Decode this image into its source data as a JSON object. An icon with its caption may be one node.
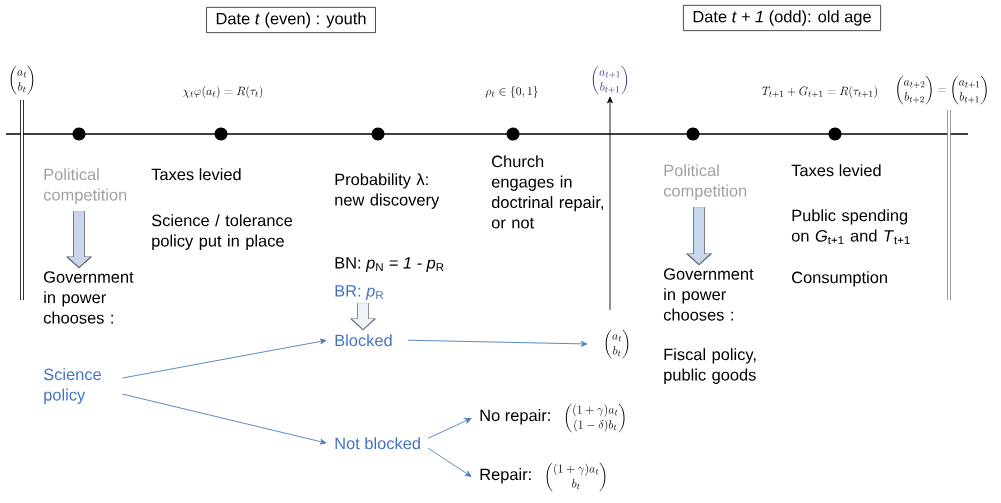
{
  "diagram": {
    "nodes": [
      {
        "text": [
          "Date *t*  (even) : youth"
        ]
      },
      {
        "text": [
          "Date *t + 1* (odd):  old age"
        ]
      },
      {
        "text": [
          "\\begin{pmatrix}a_{t+1}\\\\ b_{t+1}\\end{pmatrix}"
        ]
      },
      {
        "text": [
          "Political competition"
        ]
      },
      {
        "text": [
          "Government in power chooses :"
        ]
      },
      {
        "text": [
          "BR: *p*$_{R}$"
        ]
      },
      {
        "text": [
          "Blocked"
        ]
      },
      {
        "text": [
          "Science policy"
        ]
      },
      {
        "text": [
          "\\begin{pmatrix}a_{t}\\\\ b_{t}\\end{pmatrix}"
        ]
      },
      {
        "text": [
          "Not blocked"
        ]
      },
      {
        "text": [
          "No repair:",
          "\\begin{pmatrix}(1+\\gamma)a_{t}\\\\ (1-\\delta)b_{t}\\end{pmatrix}"
        ]
      },
      {
        "text": [
          "Repair:",
          "\\begin{pmatrix}(1+\\gamma)a_{t}\\\\ b_{t}\\end{pmatrix}"
        ]
      },
      {
        "text": [
          "Political competition"
        ]
      },
      {
        "text": [
          "Government in power chooses :"
        ]
      }
    ],
    "edges": [
      {
        "from": 3,
        "to": 4,
        "arrow": "to",
        "style": "thick",
        "color": "#c9d7ec"
      },
      {
        "from": 5,
        "to": 6,
        "arrow": "to",
        "style": "thick",
        "color": "#eef3fa"
      },
      {
        "from": 7,
        "to": 6,
        "arrow": "to"
      },
      {
        "from": 7,
        "to": 9,
        "arrow": "to"
      },
      {
        "from": 6,
        "to": 8,
        "arrow": "to"
      },
      {
        "from": 9,
        "to": 10,
        "arrow": "to"
      },
      {
        "from": 9,
        "to": 11,
        "arrow": "to"
      },
      {
        "from": 8,
        "to": 2,
        "arrow": "to",
        "color": "#000000"
      },
      {
        "from": 12,
        "to": 13,
        "arrow": "to",
        "style": "thick",
        "color": "#c9d7ec"
      }
    ],
    "labels": [
      "\\begin{pmatrix}a_{t}\\\\ b_{t}\\end{pmatrix}",
      "\\chi_t\\varphi(a_t) = R(\\tau_t)",
      "\\rho_t \\in \\{0,1\\}",
      "T_{t+1} + G_{t+1} = R(\\tau_{t+1})",
      "\\begin{pmatrix}a_{t+2}\\\\ b_{t+2}\\end{pmatrix} = \\begin{pmatrix}a_{t+1}\\\\ b_{t+1}\\end{pmatrix}",
      "Taxes levied",
      "Science / tolerance policy put in place",
      "Probability  λ: new discovery",
      "Church engages in doctrinal repair, or not",
      "Taxes levied",
      "Public spending on *G*$_{t+1}$ and *T*$_{t+1}$",
      "BN: *p*$_{N}$ *= 1 -* *p*$_{R}$",
      "Consumption",
      "Fiscal policy, public goods"
    ]
  }
}
